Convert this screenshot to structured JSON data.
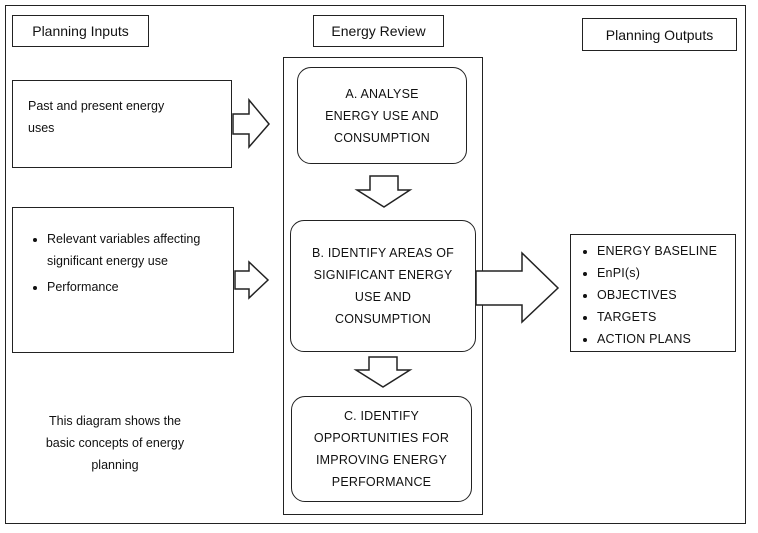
{
  "headers": {
    "inputs": "Planning Inputs",
    "review": "Energy Review",
    "outputs": "Planning Outputs"
  },
  "inputs": {
    "box1_text": "Past and present energy uses",
    "box2_items": [
      "Relevant variables affecting significant energy use",
      "Performance"
    ]
  },
  "review_steps": [
    "A. ANALYSE ENERGY USE AND CONSUMPTION",
    "B. IDENTIFY AREAS OF SIGNIFICANT ENERGY USE AND CONSUMPTION",
    "C. IDENTIFY OPPORTUNITIES FOR IMPROVING ENERGY PERFORMANCE"
  ],
  "outputs": [
    "ENERGY BASELINE",
    "EnPI(s)",
    "OBJECTIVES",
    "TARGETS",
    "ACTION PLANS"
  ],
  "caption": "This diagram shows the basic concepts of energy planning"
}
